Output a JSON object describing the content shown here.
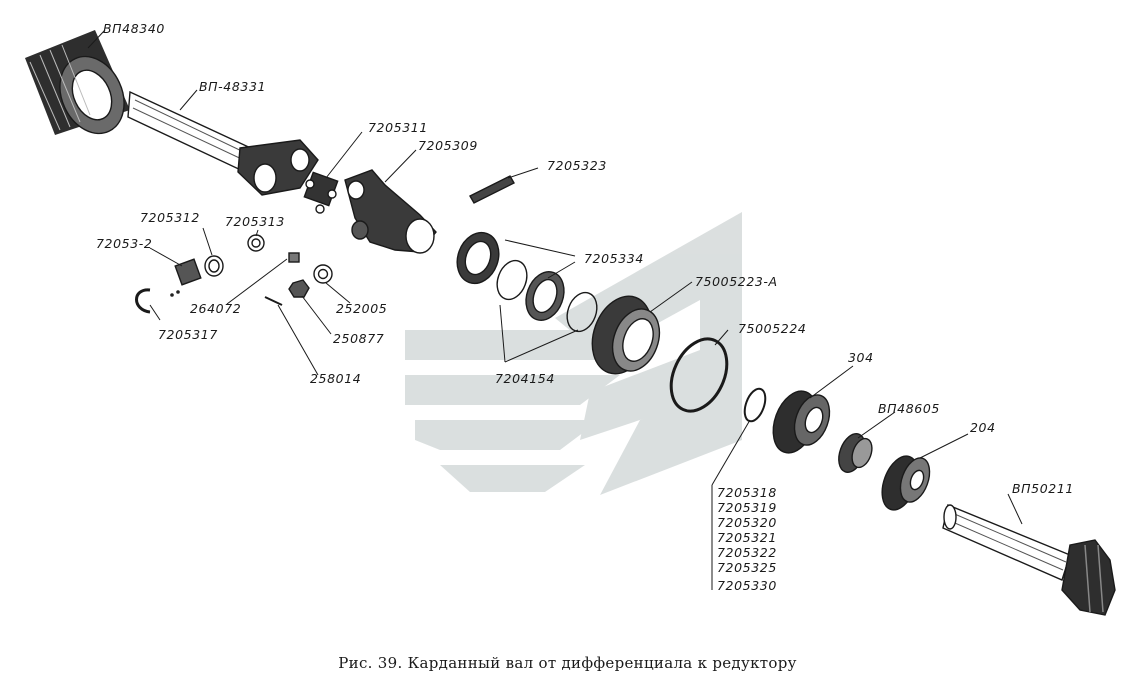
{
  "labels": {
    "vp48340": "ВП48340",
    "vp48331": "ВП-48331",
    "p7205311": "7205311",
    "p7205309": "7205309",
    "p7205323": "7205323",
    "p7205312": "7205312",
    "p7205313": "7205313",
    "p720532": "72053-2",
    "p7205334": "7205334",
    "p75005223a": "75005223-А",
    "p264072": "264072",
    "p252005": "252005",
    "p250877": "250877",
    "p7205317": "7205317",
    "p258014": "258014",
    "p7204154": "7204154",
    "p75005224": "75005224",
    "p304": "304",
    "vp48605": "ВП48605",
    "p204": "204",
    "vp50211": "ВП50211",
    "stack": [
      "7205318",
      "7205319",
      "7205320",
      "7205321",
      "7205322",
      "7205325",
      "7205330"
    ]
  },
  "caption": "Рис. 39. Карданный вал от дифференциала к редуктору"
}
